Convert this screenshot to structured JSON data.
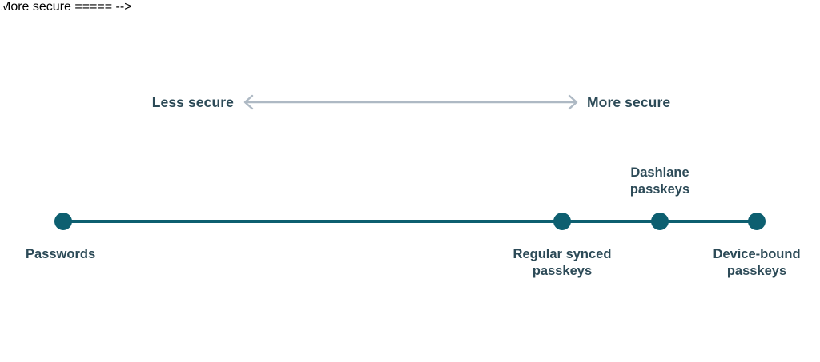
{
  "theme": {
    "background": "#ffffff",
    "accent_teal": "#0d5f70",
    "text_dark": "#2c4a57",
    "arrow_gray": "#aeb9c4"
  },
  "axis": {
    "less_secure_label": "Less secure",
    "more_secure_label": "More secure",
    "arrow_icon": "double-headed-arrow-icon",
    "direction": "bidirectional"
  },
  "chart_data": {
    "type": "scatter",
    "title": "",
    "subtitle": "",
    "xlabel": "",
    "ylabel": "",
    "orientation": "horizontal",
    "axis_low_label": "Less secure",
    "axis_high_label": "More secure",
    "grid": false,
    "legend": "none",
    "xlim": [
      0,
      100
    ],
    "categories": [
      "Passwords",
      "Regular synced passkeys",
      "Dashlane passkeys",
      "Device-bound passkeys"
    ],
    "values": [
      0,
      71.9,
      86.0,
      100
    ],
    "points": [
      {
        "label": "Passwords",
        "value": 0,
        "label_position": "below",
        "label_align": "left"
      },
      {
        "label": "Regular synced\npasskeys",
        "value": 71.9,
        "label_position": "below",
        "label_align": "center"
      },
      {
        "label": "Dashlane\npasskeys",
        "value": 86.0,
        "label_position": "above",
        "label_align": "center"
      },
      {
        "label": "Device-bound\npasskeys",
        "value": 100,
        "label_position": "below",
        "label_align": "center"
      }
    ]
  }
}
